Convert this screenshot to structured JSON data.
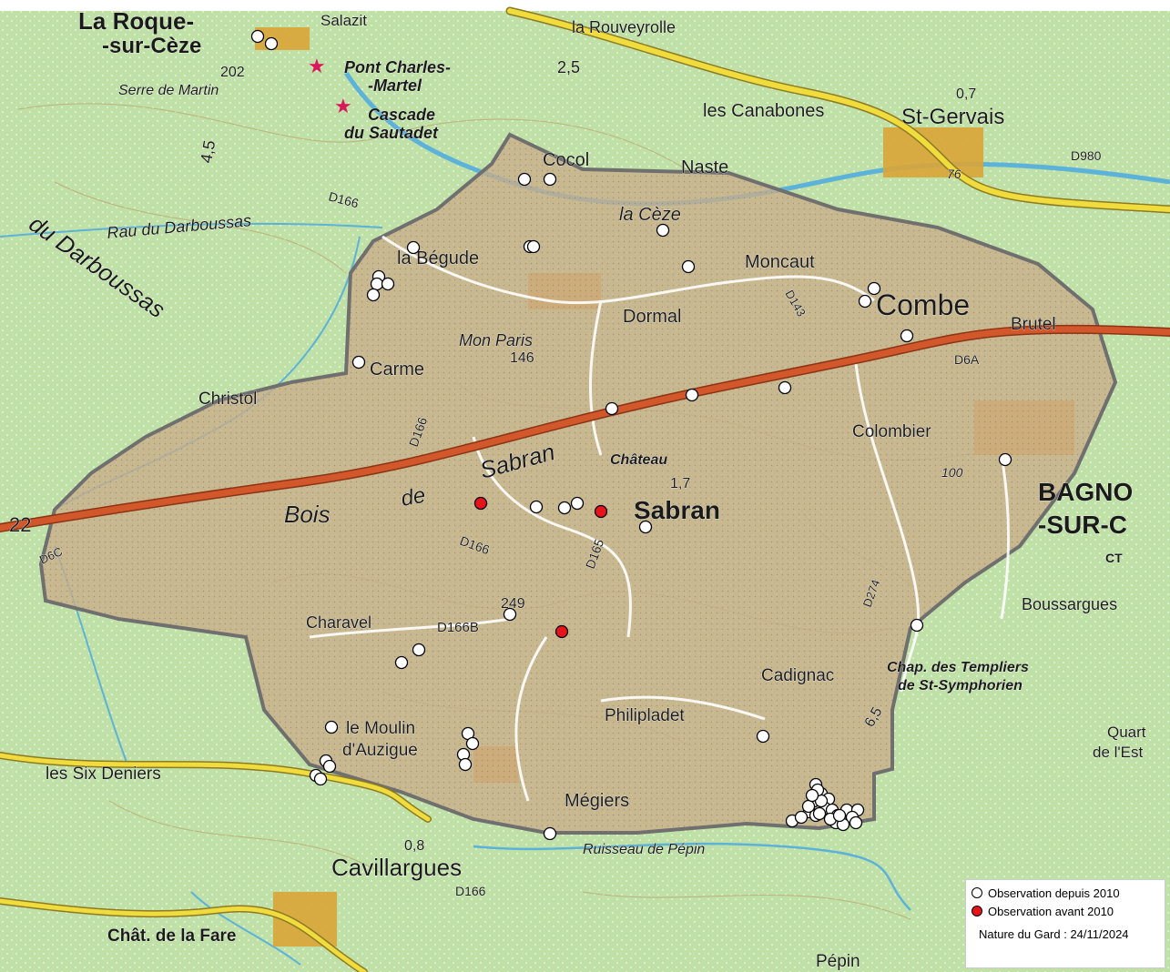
{
  "map": {
    "place_labels": [
      {
        "key": "la-roque",
        "text": "La Roque-"
      },
      {
        "key": "sur-ceze",
        "text": "-sur-Cèze"
      },
      {
        "key": "salazit",
        "text": "Salazit"
      },
      {
        "key": "la-rouveyrolle",
        "text": "la Rouveyrolle"
      },
      {
        "key": "pont-charles",
        "text": "Pont Charles-"
      },
      {
        "key": "martel",
        "text": "-Martel"
      },
      {
        "key": "cascade",
        "text": "Cascade"
      },
      {
        "key": "du-sautadet",
        "text": "du Sautadet"
      },
      {
        "key": "serre-de-martin",
        "text": "Serre de Martin"
      },
      {
        "key": "alt-202",
        "text": "202"
      },
      {
        "key": "les-canabones",
        "text": "les Canabones"
      },
      {
        "key": "st-gervais",
        "text": "St-Gervais"
      },
      {
        "key": "cocol",
        "text": "Cocol"
      },
      {
        "key": "naste",
        "text": "Naste"
      },
      {
        "key": "d980",
        "text": "D980"
      },
      {
        "key": "alt-76",
        "text": "76"
      },
      {
        "key": "km-0-7",
        "text": "0,7"
      },
      {
        "key": "la-ceze",
        "text": "la Cèze"
      },
      {
        "key": "rau-darboussas",
        "text": "Rau du Darboussas"
      },
      {
        "key": "du-darboussas",
        "text": "du Darboussas"
      },
      {
        "key": "la-begude",
        "text": "la Bégude"
      },
      {
        "key": "moncaut",
        "text": "Moncaut"
      },
      {
        "key": "combe",
        "text": "Combe"
      },
      {
        "key": "brutel",
        "text": "Brutel"
      },
      {
        "key": "dormal",
        "text": "Dormal"
      },
      {
        "key": "mon-paris",
        "text": "Mon Paris"
      },
      {
        "key": "alt-146",
        "text": "146"
      },
      {
        "key": "d143",
        "text": "D143"
      },
      {
        "key": "d6a",
        "text": "D6A"
      },
      {
        "key": "carme",
        "text": "Carme"
      },
      {
        "key": "christol",
        "text": "Christol"
      },
      {
        "key": "d166-a",
        "text": "D166"
      },
      {
        "key": "d166-b",
        "text": "D166"
      },
      {
        "key": "sabran-italic",
        "text": "Sabran"
      },
      {
        "key": "chateau",
        "text": "Château"
      },
      {
        "key": "km-1-7",
        "text": "1,7"
      },
      {
        "key": "sabran-bold",
        "text": "Sabran"
      },
      {
        "key": "bois-de",
        "text": "Bois"
      },
      {
        "key": "de",
        "text": "de"
      },
      {
        "key": "colombier",
        "text": "Colombier"
      },
      {
        "key": "alt-100",
        "text": "100"
      },
      {
        "key": "bagno",
        "text": "BAGNO"
      },
      {
        "key": "sur-c",
        "text": "-SUR-C"
      },
      {
        "key": "ct",
        "text": "CT"
      },
      {
        "key": "d6c",
        "text": "D6C"
      },
      {
        "key": "d166-c",
        "text": "D166"
      },
      {
        "key": "d166-d",
        "text": "D165"
      },
      {
        "key": "alt-249",
        "text": "249"
      },
      {
        "key": "charavel",
        "text": "Charavel"
      },
      {
        "key": "d166b",
        "text": "D166B"
      },
      {
        "key": "d274",
        "text": "D274"
      },
      {
        "key": "boussargues",
        "text": "Boussargues"
      },
      {
        "key": "chap-templiers",
        "text": "Chap. des Templiers"
      },
      {
        "key": "st-symphorien",
        "text": "de St-Symphorien"
      },
      {
        "key": "cadignac",
        "text": "Cadignac"
      },
      {
        "key": "philipladet",
        "text": "Philipladet"
      },
      {
        "key": "le-moulin",
        "text": "le Moulin"
      },
      {
        "key": "dauzigue",
        "text": "d'Auzigue"
      },
      {
        "key": "les-six-deniers",
        "text": "les Six Deniers"
      },
      {
        "key": "megiers",
        "text": "Mégiers"
      },
      {
        "key": "quart",
        "text": "Quart"
      },
      {
        "key": "de-lest",
        "text": "de l'Est"
      },
      {
        "key": "km-0-8",
        "text": "0,8"
      },
      {
        "key": "cavillargues",
        "text": "Cavillargues"
      },
      {
        "key": "d166-e",
        "text": "D166"
      },
      {
        "key": "chat-de-la-fare",
        "text": "Chât. de la Fare"
      },
      {
        "key": "pepin",
        "text": "Pépin"
      },
      {
        "key": "ruisseau-pepin",
        "text": "Ruisseau de Pépin"
      },
      {
        "key": "km-4-5",
        "text": "4,5"
      },
      {
        "key": "km-2-5",
        "text": "2,5"
      },
      {
        "key": "km-6-5",
        "text": "6,5"
      },
      {
        "key": "n22",
        "text": "22"
      }
    ],
    "observations": {
      "since_2010_count": 64,
      "before_2010_count": 3,
      "since_2010_color": "#ffffff",
      "before_2010_color": "#e8141c"
    },
    "colors": {
      "terrain_green": "#bcdca4",
      "commune_fill": "#c9ad8a",
      "commune_border": "#6f6f6f",
      "main_road": "#d2572a",
      "secondary_road": "#f0dc3c",
      "river": "#5cb2d8",
      "urban": "#d9a437"
    }
  },
  "legend": {
    "since_label": "Observation depuis 2010",
    "before_label": "Observation avant 2010",
    "credit": "Nature du Gard : 24/11/2024"
  }
}
